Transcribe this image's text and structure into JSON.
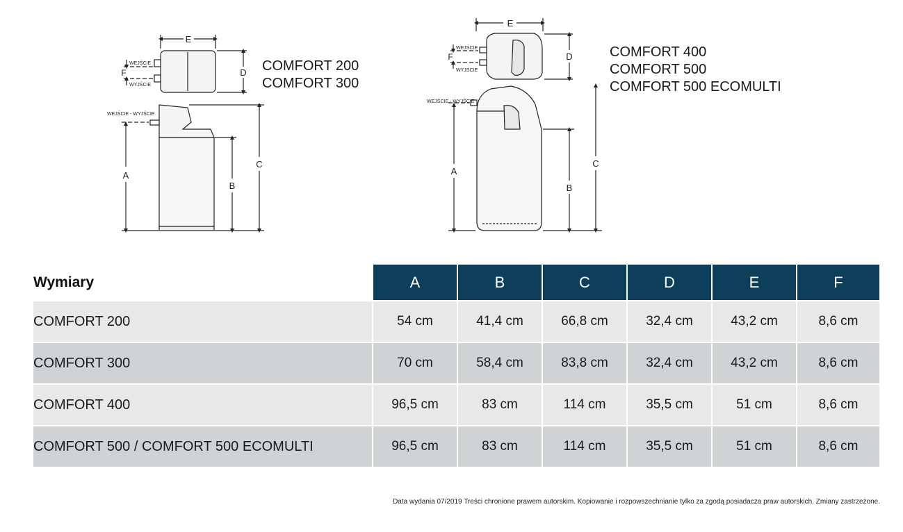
{
  "diagram": {
    "labels_left": [
      "COMFORT 200",
      "COMFORT 300"
    ],
    "labels_right": [
      "COMFORT 400",
      "COMFORT 500",
      "COMFORT 500 ECOMULTI"
    ],
    "dim_letters": {
      "a": "A",
      "b": "B",
      "c": "C",
      "d": "D",
      "e": "E",
      "f": "F"
    },
    "port_in": "WEJŚCIE",
    "port_out": "WYJŚCIE",
    "port_inout": "WEJŚCIE - WYJŚCIE"
  },
  "table": {
    "title": "Wymiary",
    "columns": [
      "A",
      "B",
      "C",
      "D",
      "E",
      "F"
    ],
    "rows": [
      {
        "name": "COMFORT 200",
        "values": [
          "54 cm",
          "41,4 cm",
          "66,8 cm",
          "32,4 cm",
          "43,2 cm",
          "8,6 cm"
        ]
      },
      {
        "name": "COMFORT 300",
        "values": [
          "70 cm",
          "58,4 cm",
          "83,8 cm",
          "32,4 cm",
          "43,2 cm",
          "8,6 cm"
        ]
      },
      {
        "name": "COMFORT 400",
        "values": [
          "96,5 cm",
          "83 cm",
          "114 cm",
          "35,5 cm",
          "51 cm",
          "8,6 cm"
        ]
      },
      {
        "name": "COMFORT 500 / COMFORT 500 ECOMULTI",
        "values": [
          "96,5 cm",
          "83 cm",
          "114 cm",
          "35,5 cm",
          "51 cm",
          "8,6 cm"
        ]
      }
    ]
  },
  "footer": {
    "text": "Data wydania 07/2019 Treści chronione prawem autorskim. Kopiowanie i rozpowszechnianie tylko za zgodą posiadacza praw autorskich. Zmiany zastrzeżone."
  },
  "colors": {
    "header_bg": "#0d3f5a",
    "row_light": "#e8e8e9",
    "row_dark": "#d1d2d4"
  }
}
